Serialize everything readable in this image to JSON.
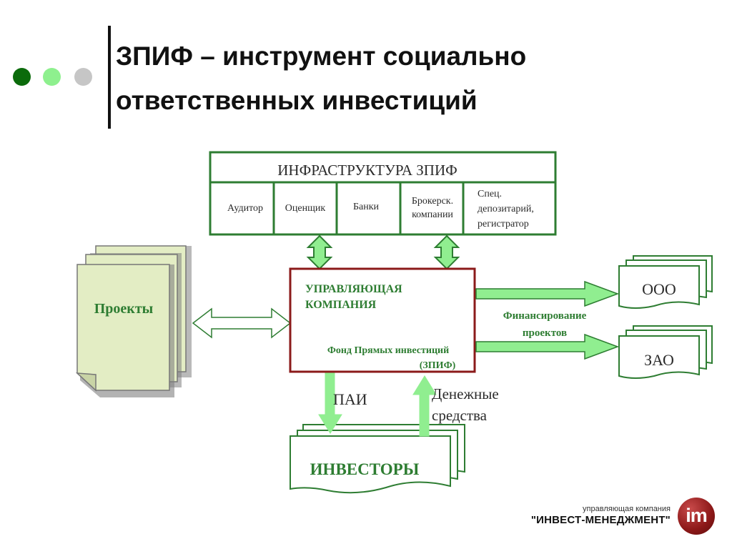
{
  "title": {
    "line1": "ЗПИФ – инструмент социально",
    "line2": "ответственных инвестиций"
  },
  "infrastructure": {
    "header": "ИНФРАСТРУКТУРА ЗПИФ",
    "cells": [
      "Аудитор",
      "Оценщик",
      "Банки",
      [
        "Брокерск.",
        "компании"
      ],
      [
        "Спец.",
        "депозитарий,",
        "регистратор"
      ]
    ]
  },
  "projects": {
    "label": "Проекты"
  },
  "management": {
    "title_line1": "УПРАВЛЯЮЩАЯ",
    "title_line2": "КОМПАНИЯ",
    "fund_line1": "Фонд Прямых инвестиций",
    "fund_line2": "(ЗПИФ)"
  },
  "financing": {
    "line1": "Финансирование",
    "line2": "проектов"
  },
  "companies": {
    "ooo": "ООО",
    "zao": "ЗАО"
  },
  "flows": {
    "shares": "ПАИ",
    "money_line1": "Денежные",
    "money_line2": "средства"
  },
  "investors": {
    "label": "ИНВЕСТОРЫ"
  },
  "logo": {
    "caption": "управляющая компания",
    "name": "\"ИНВЕСТ-МЕНЕДЖМЕНТ\"",
    "badge": "im"
  },
  "colors": {
    "green_dark": "#2e7d32",
    "green_light": "#90ee90",
    "projects_fill": "#e3edc4",
    "maroon": "#8b1a1a",
    "title_dot_1": "#0b6b0b",
    "title_dot_2": "#8ef08e",
    "title_dot_3": "#c6c6c6"
  }
}
